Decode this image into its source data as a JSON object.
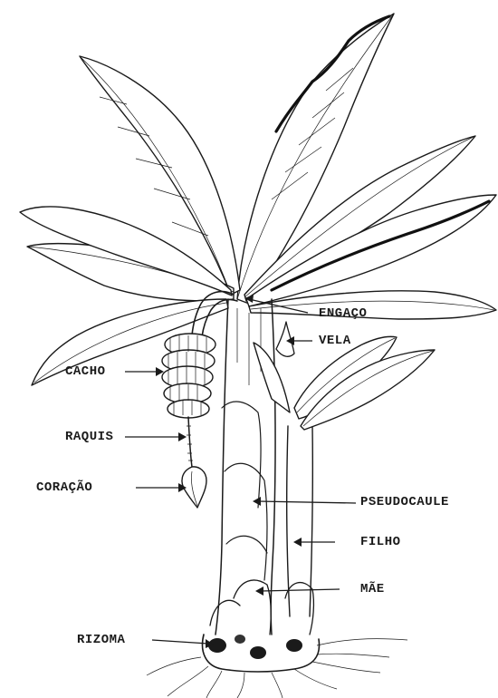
{
  "labels": {
    "engaco": "ENGAÇO",
    "vela": "VELA",
    "cacho": "CACHO",
    "raquis": "RAQUIS",
    "coracao": "CORAÇÃO",
    "pseudocaule": "PSEUDOCAULE",
    "filho": "FILHO",
    "mae": "MÃE",
    "rizoma": "RIZOMA"
  }
}
